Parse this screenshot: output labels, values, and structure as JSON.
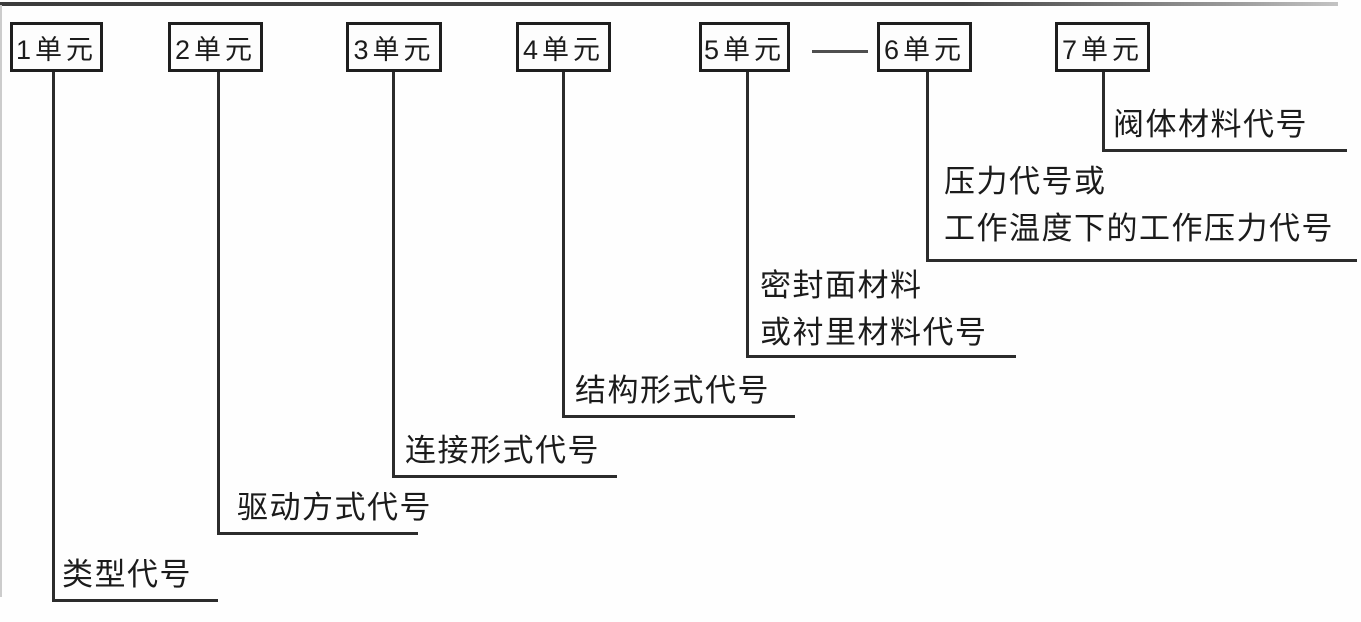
{
  "diagram": {
    "description": "Valve model designation units diagram",
    "colors": {
      "line": "#2c2c2c",
      "text": "#1b1b1b",
      "background": "#fefefe",
      "scan_border_top": "#474747",
      "scan_border_left": "#cccccc"
    },
    "units": [
      {
        "id": 1,
        "box_label": "1单元",
        "label_lines": [
          "类型代号"
        ]
      },
      {
        "id": 2,
        "box_label": "2单元",
        "label_lines": [
          "驱动方式代号"
        ]
      },
      {
        "id": 3,
        "box_label": "3单元",
        "label_lines": [
          "连接形式代号"
        ]
      },
      {
        "id": 4,
        "box_label": "4单元",
        "label_lines": [
          "结构形式代号"
        ]
      },
      {
        "id": 5,
        "box_label": "5单元",
        "label_lines": [
          "密封面材料",
          "或衬里材料代号"
        ]
      },
      {
        "id": 6,
        "box_label": "6单元",
        "label_lines": [
          "压力代号或",
          "工作温度下的工作压力代号"
        ]
      },
      {
        "id": 7,
        "box_label": "7单元",
        "label_lines": [
          "阀体材料代号"
        ]
      }
    ]
  }
}
